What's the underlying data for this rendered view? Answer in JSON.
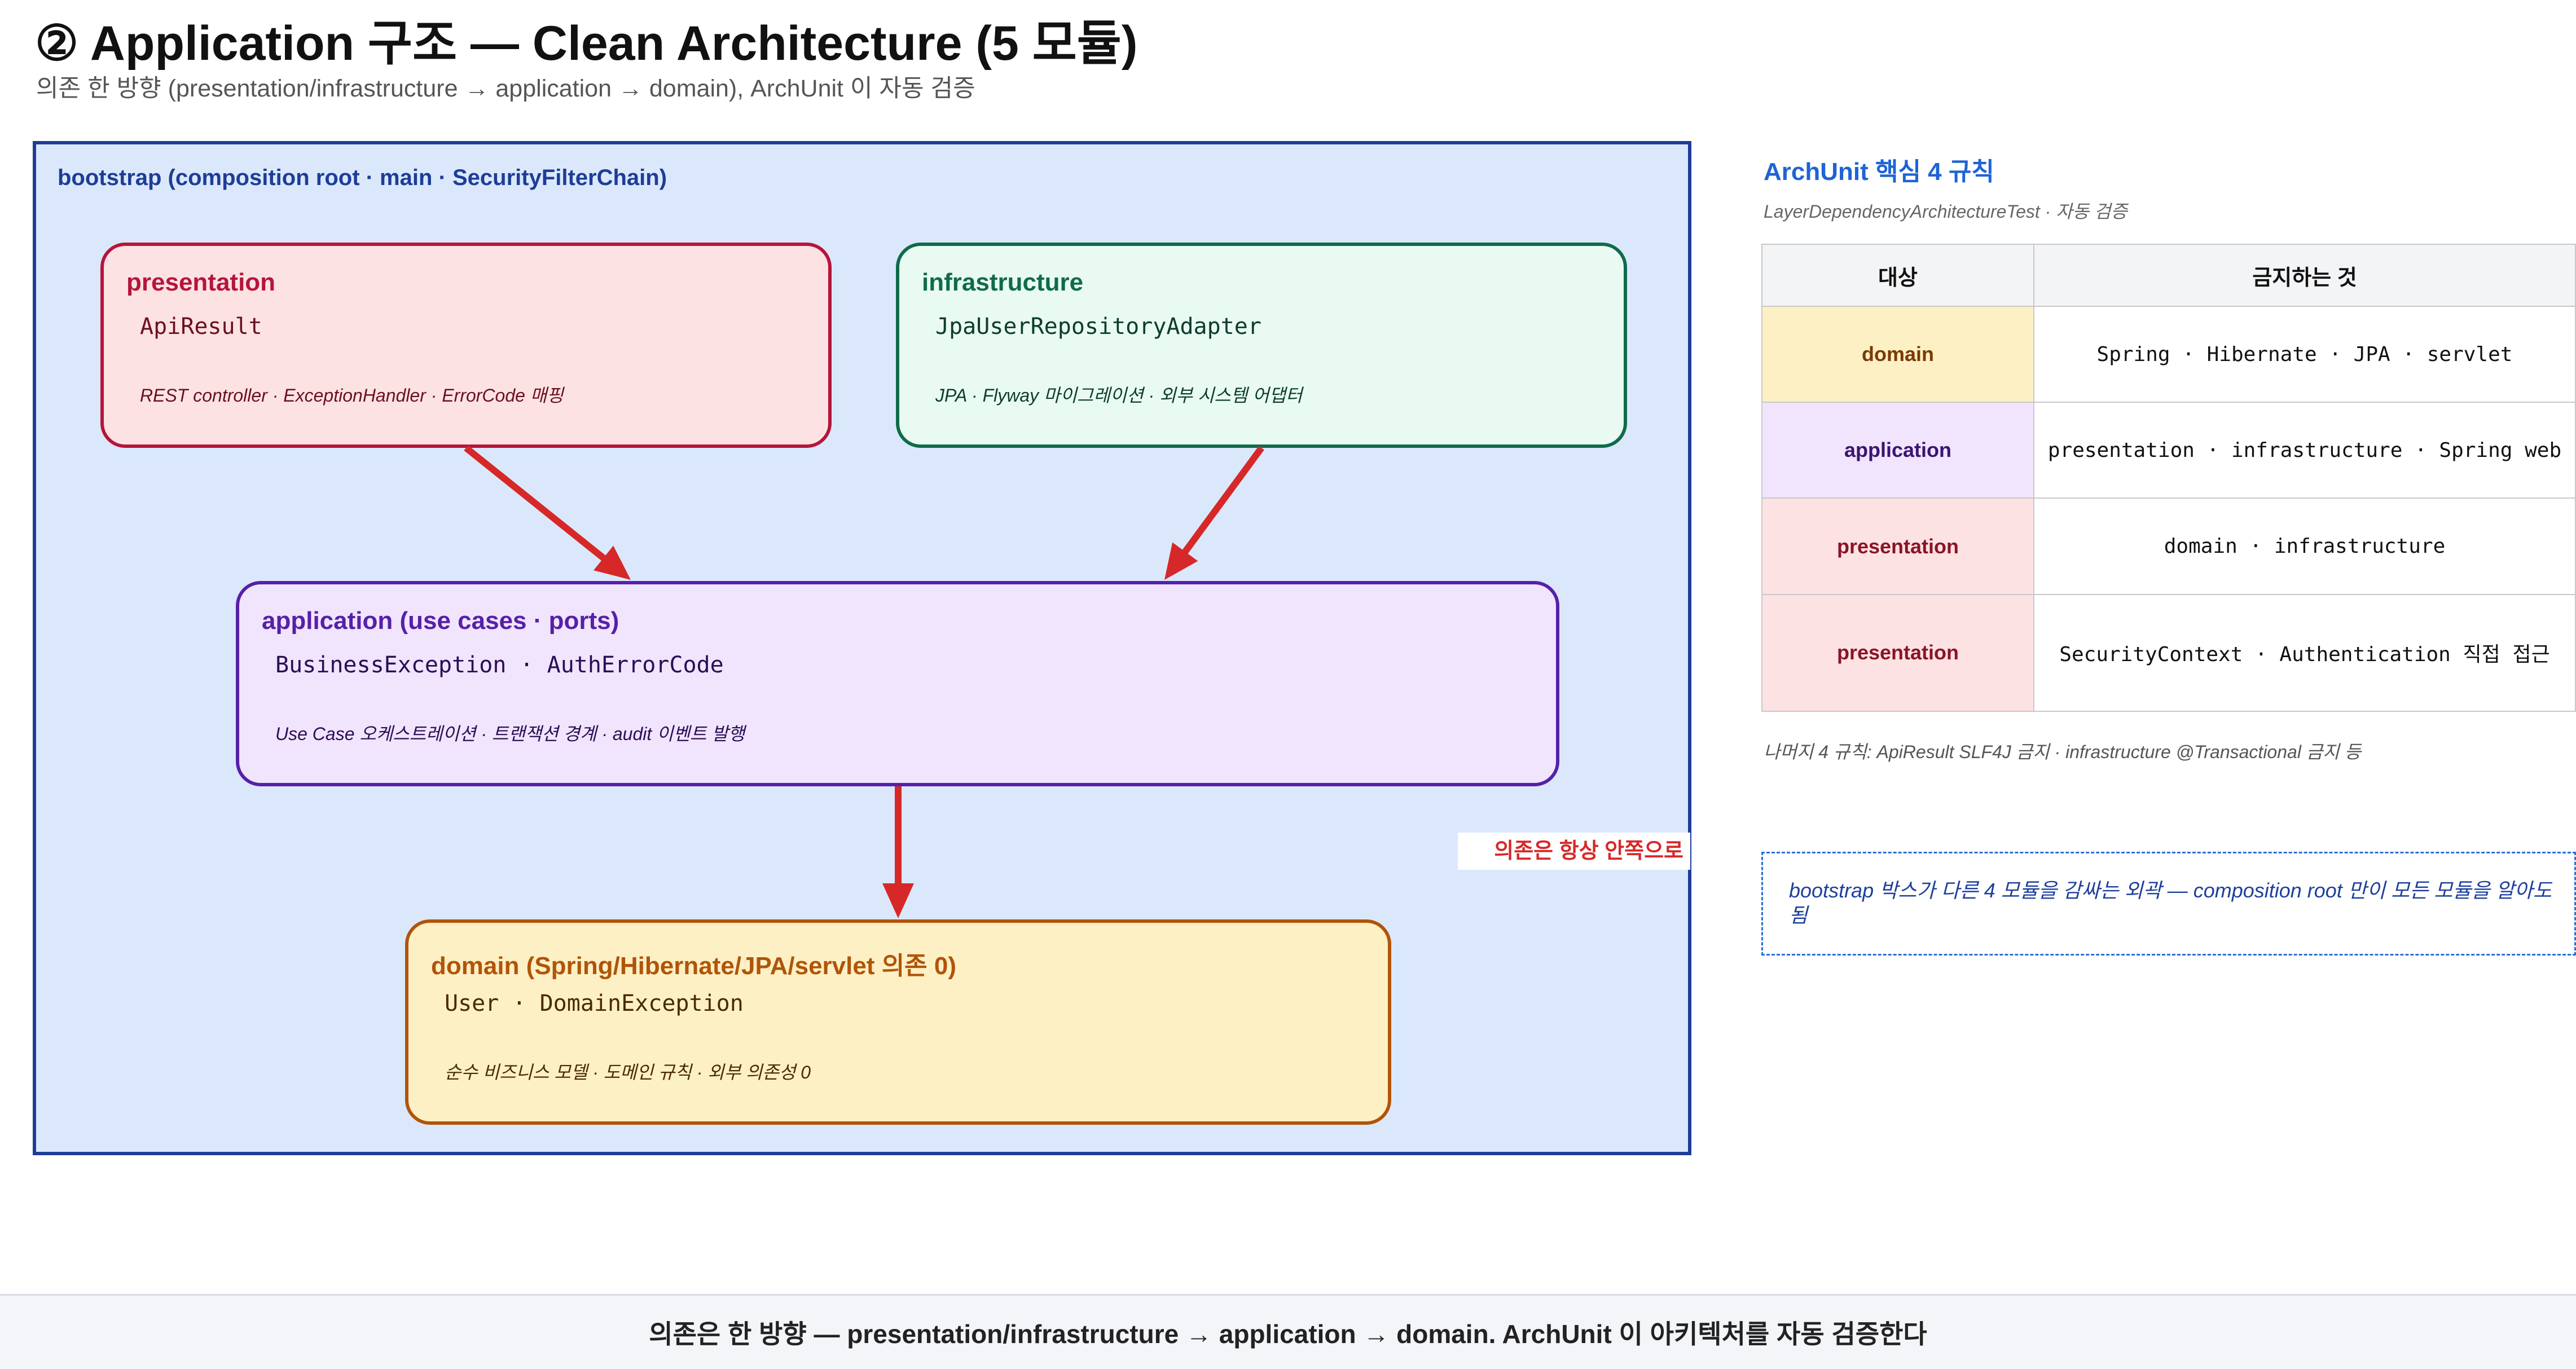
{
  "header": {
    "title": "② Application 구조 — Clean Architecture (5 모듈)",
    "subtitle": "의존 한 방향 (presentation/infrastructure → application → domain), ArchUnit 이 자동 검증"
  },
  "bootstrap": {
    "label": "bootstrap (composition root · main · SecurityFilterChain)"
  },
  "modules": {
    "presentation": {
      "title": "presentation",
      "classes": "ApiResult",
      "description": "REST controller · ExceptionHandler · ErrorCode 매핑"
    },
    "infrastructure": {
      "title": "infrastructure",
      "classes": "JpaUserRepositoryAdapter",
      "description": "JPA · Flyway 마이그레이션 · 외부 시스템 어댑터"
    },
    "application": {
      "title": "application (use cases · ports)",
      "classes": "BusinessException · AuthErrorCode",
      "description": "Use Case 오케스트레이션 · 트랜잭션 경계 · audit 이벤트 발행"
    },
    "domain": {
      "title": "domain (Spring/Hibernate/JPA/servlet 의존 0)",
      "classes": "User · DomainException",
      "description": "순수 비즈니스 모델 · 도메인 규칙 · 외부 의존성 0"
    }
  },
  "inward_note": "의존은 항상 안쪽으로",
  "arrow_color": "#d62828",
  "archunit": {
    "title": "ArchUnit 핵심 4 규칙",
    "subtitle": "LayerDependencyArchitectureTest · 자동 검증",
    "headers": [
      "대상",
      "금지하는 것"
    ],
    "rows": [
      {
        "target": "domain",
        "forbidden": "Spring · Hibernate · JPA · servlet"
      },
      {
        "target": "application",
        "forbidden": "presentation · infrastructure · Spring web"
      },
      {
        "target": "presentation",
        "forbidden": "domain · infrastructure"
      },
      {
        "target": "presentation",
        "forbidden": "SecurityContext · Authentication 직접 접근"
      }
    ],
    "rest_note": "나머지 4 규칙: ApiResult SLF4J 금지 · infrastructure @Transactional 금지 등"
  },
  "bootstrap_note": "bootstrap 박스가 다른 4 모듈을 감싸는 외곽 — composition root 만이 모든 모듈을 알아도 됨",
  "footer": "의존은 한 방향 — presentation/infrastructure → application → domain. ArchUnit 이 아키텍처를 자동 검증한다"
}
